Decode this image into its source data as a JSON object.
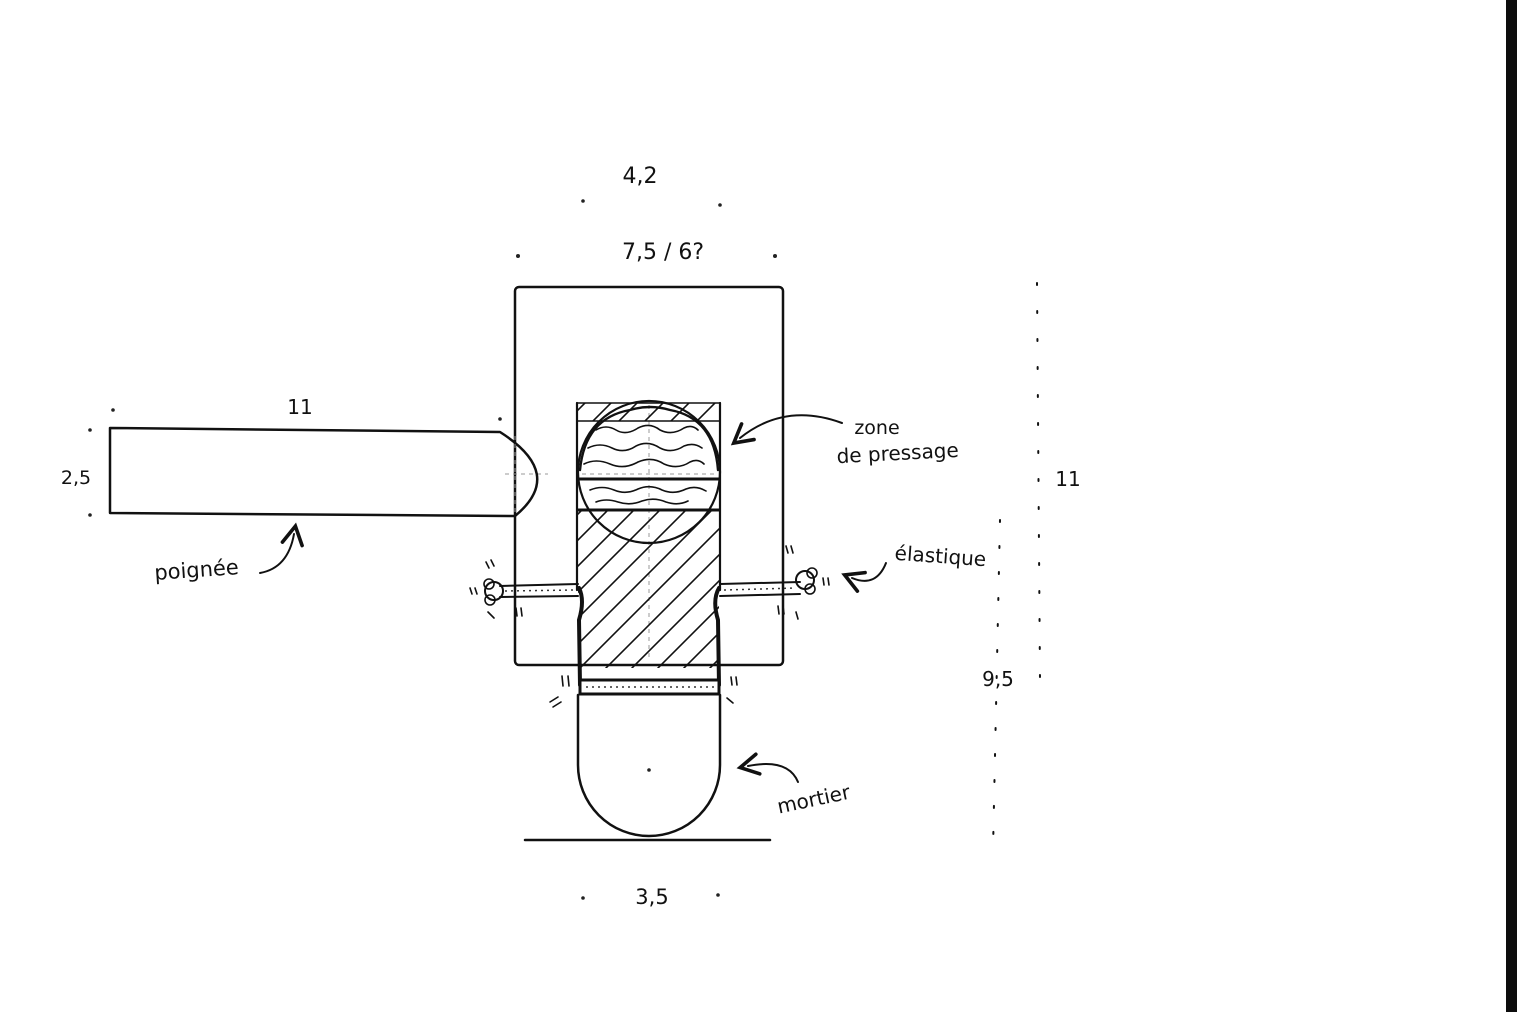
{
  "colors": {
    "paper": "#ffffff",
    "ink": "#111111",
    "edge_shadow": "#0d0d0d"
  },
  "labels": {
    "top_outer_width": "4,2",
    "top_inner_width": "7,5 / 6?",
    "handle_length": "11",
    "handle_height": "2,5",
    "handle_name": "poignée",
    "press_zone_line1": "zone",
    "press_zone_line2": "de pressage",
    "elastic_name": "élastique",
    "total_height": "11",
    "lower_height": "9,5",
    "mortar_name": "mortier",
    "bottom_width": "3,5"
  }
}
